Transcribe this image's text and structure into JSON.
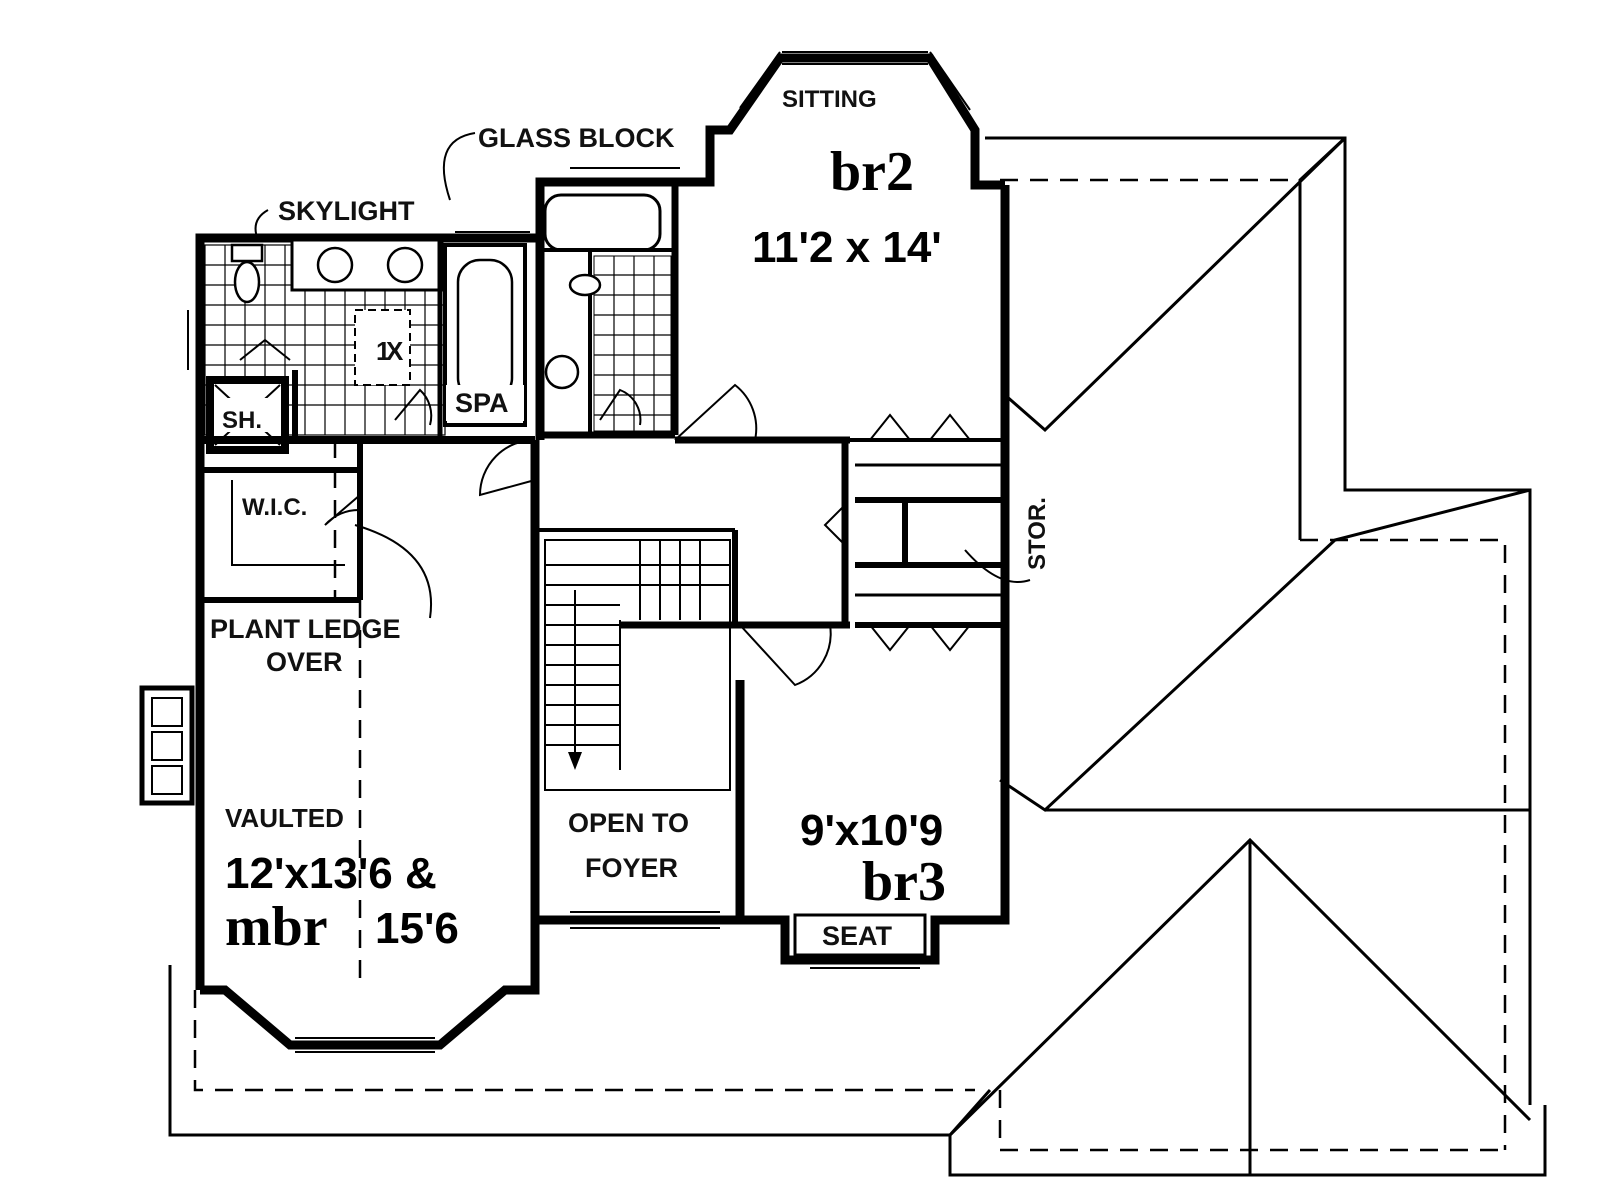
{
  "labels": {
    "sitting": "SITTING",
    "glass_block": "GLASS BLOCK",
    "skylight": "SKYLIGHT",
    "br2_name": "br2",
    "br2_size": "11'2 x 14'",
    "spa": "SPA",
    "shower": "SH.",
    "wic": "W.I.C.",
    "stor": "STOR.",
    "plant_ledge_1": "PLANT LEDGE",
    "plant_ledge_2": "OVER",
    "vaulted": "VAULTED",
    "mbr_size": "12'x13'6 &",
    "mbr_name": "mbr",
    "mbr_size2": "15'6",
    "open_to_1": "OPEN TO",
    "open_to_2": "FOYER",
    "br3_size": "9'x10'9",
    "br3_name": "br3",
    "seat": "SEAT"
  }
}
